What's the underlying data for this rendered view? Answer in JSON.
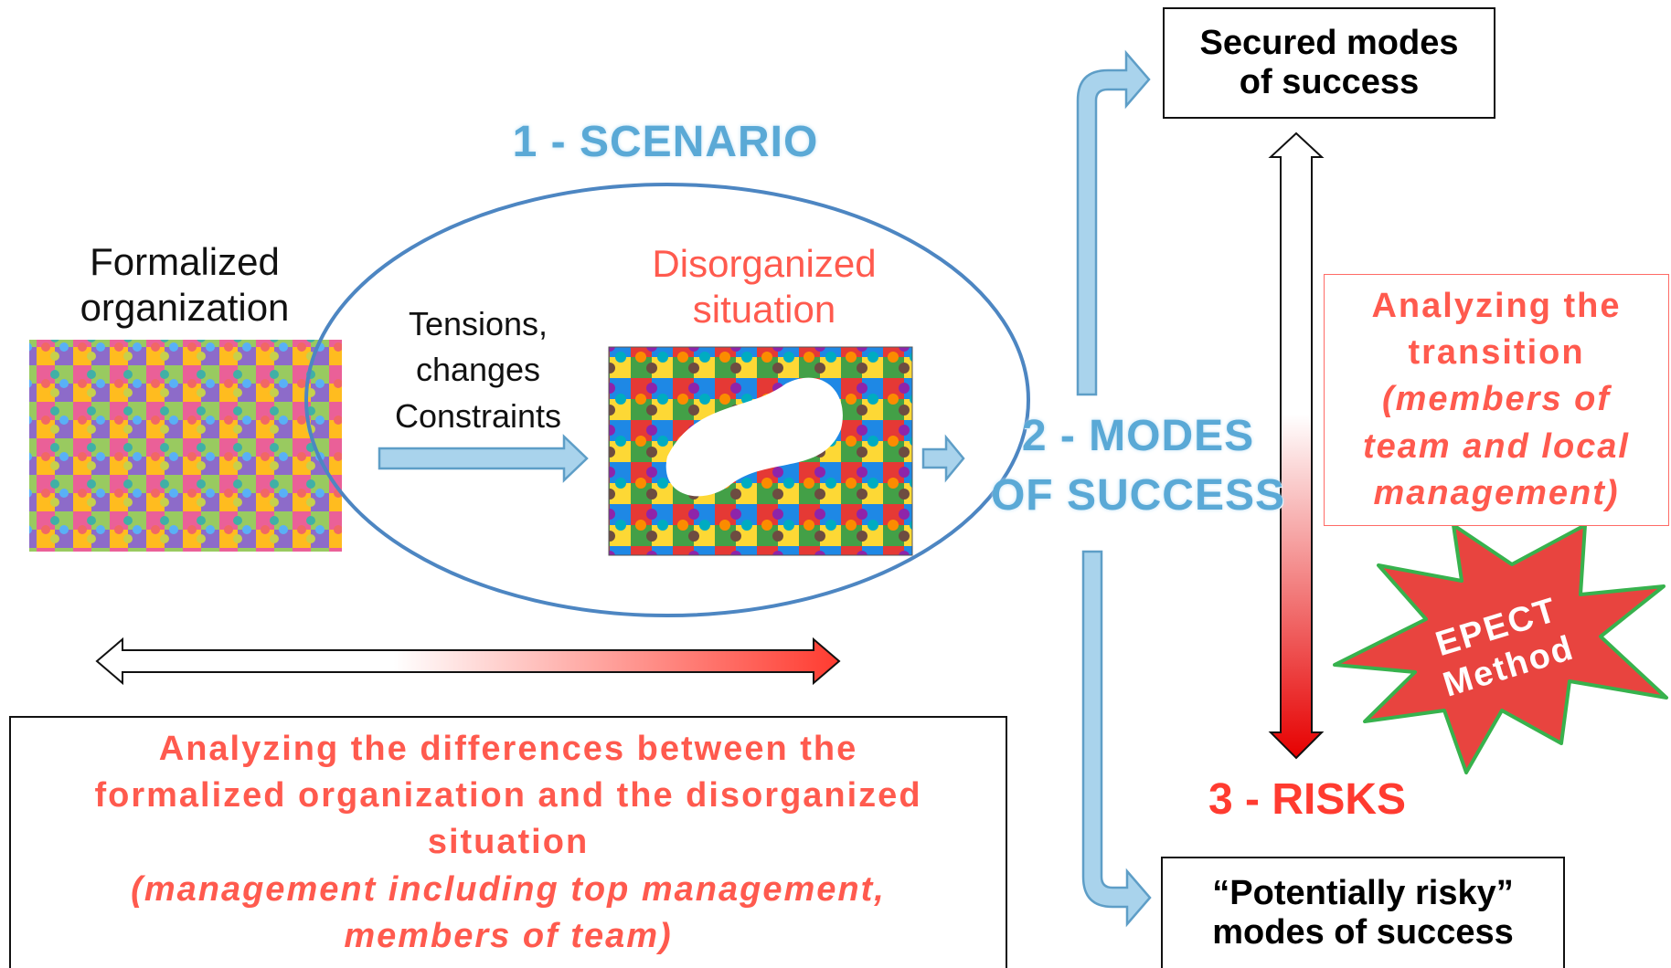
{
  "title_scenario": "1 - SCENARIO",
  "formalized": {
    "line1": "Formalized",
    "line2": "organization"
  },
  "tensions": {
    "line1": "Tensions,",
    "line2": "changes",
    "line3": "Constraints"
  },
  "disorganized": {
    "line1": "Disorganized",
    "line2": "situation"
  },
  "modes": {
    "line1": "2 - MODES",
    "line2": "OF SUCCESS"
  },
  "risks": "3 - RISKS",
  "secured": {
    "line1": "Secured modes",
    "line2": "of success"
  },
  "risky": {
    "line1": "“Potentially  risky”",
    "line2": "modes of success"
  },
  "transition": {
    "line1": "Analyzing the",
    "line2": "transition",
    "line3": "(members of",
    "line4": "team and local",
    "line5": "management)"
  },
  "epect": {
    "line1": "EPECT",
    "line2": "Method"
  },
  "differences": {
    "line1": "Analyzing the differences between the",
    "line2": "formalized organization and the disorganized",
    "line3": "situation",
    "line4": "(management including top management,",
    "line5": "members of team)"
  },
  "colors": {
    "blue_arrow_fill": "#a9d3ec",
    "blue_arrow_stroke": "#5e9ec7",
    "ellipse": "#4d86c2",
    "red": "#ff5a4e",
    "star_fill": "#e8443f",
    "star_stroke": "#37b24d"
  }
}
